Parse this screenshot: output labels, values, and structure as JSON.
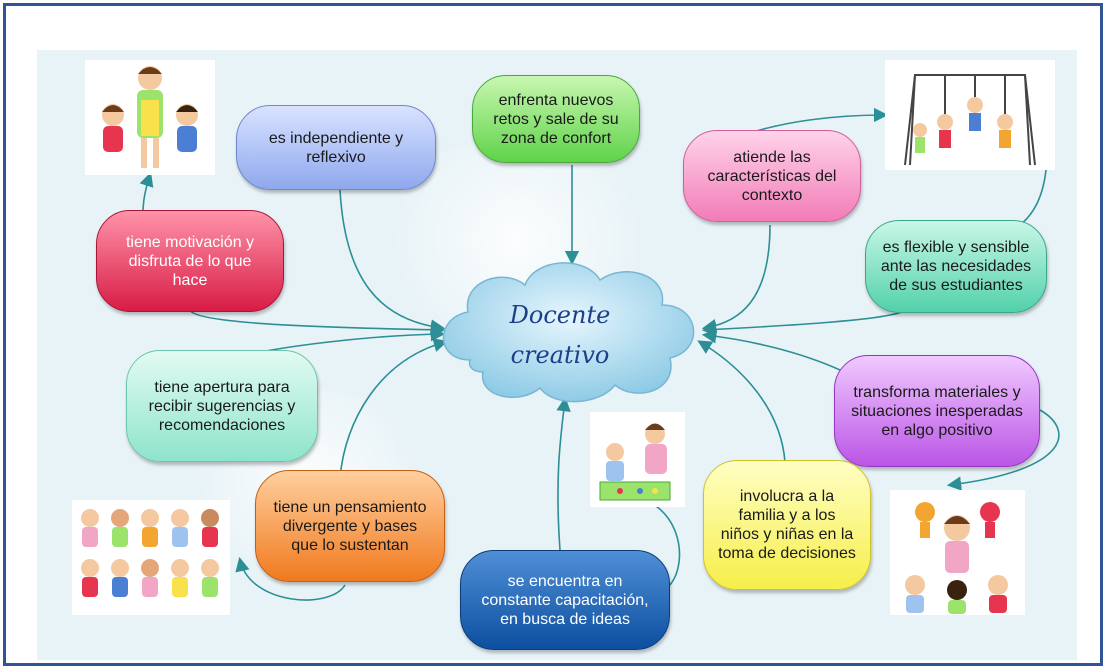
{
  "center": {
    "line1": "Docente",
    "line2": "creativo"
  },
  "nodes": {
    "n1": "enfrenta nuevos retos y sale de su zona de confort",
    "n2": "es independiente y reflexivo",
    "n3": "atiende las características del contexto",
    "n4": "tiene motivación y disfruta de lo que hace",
    "n5": "es flexible y sensible ante las necesidades de sus estudiantes",
    "n6": "tiene apertura para recibir sugerencias y recomendaciones",
    "n7": "transforma materiales y situaciones inesperadas en algo positivo",
    "n8": "tiene un pensamiento divergente y bases que lo sustentan",
    "n9": "involucra a la familia y a los niños y niñas en la toma de decisiones",
    "n10": "se encuentra en constante capacitación, en busca de ideas"
  },
  "colors": {
    "border": "#2f5597",
    "background": "#e8f3f7",
    "connector": "#3a9aa0",
    "cloud": "#a8d8ec"
  },
  "icons": [
    "teacher-children-illustration",
    "playground-illustration",
    "children-group-illustration",
    "drawing-activity-illustration",
    "puppet-show-illustration"
  ]
}
